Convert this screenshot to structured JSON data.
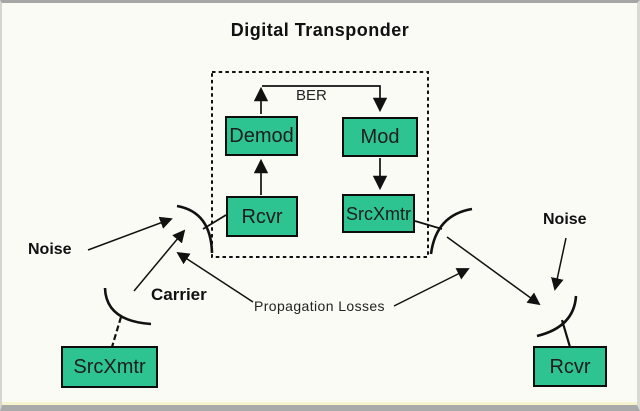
{
  "title": "Digital Transponder",
  "labels": {
    "ber": "BER",
    "noise_left": "Noise",
    "noise_right": "Noise",
    "carrier": "Carrier",
    "propagation_losses": "Propagation Losses"
  },
  "transponder_blocks": {
    "demod": "Demod",
    "mod": "Mod",
    "rcvr": "Rcvr",
    "srcxmtr": "SrcXmtr"
  },
  "ground_stations": {
    "transmitter": "SrcXmtr",
    "receiver": "Rcvr"
  },
  "colors": {
    "block_fill": "#2ec492",
    "block_border": "#0d0d0d",
    "line": "#111111",
    "background": "#fbfbf5",
    "frame_border": "#a6a6a6"
  }
}
